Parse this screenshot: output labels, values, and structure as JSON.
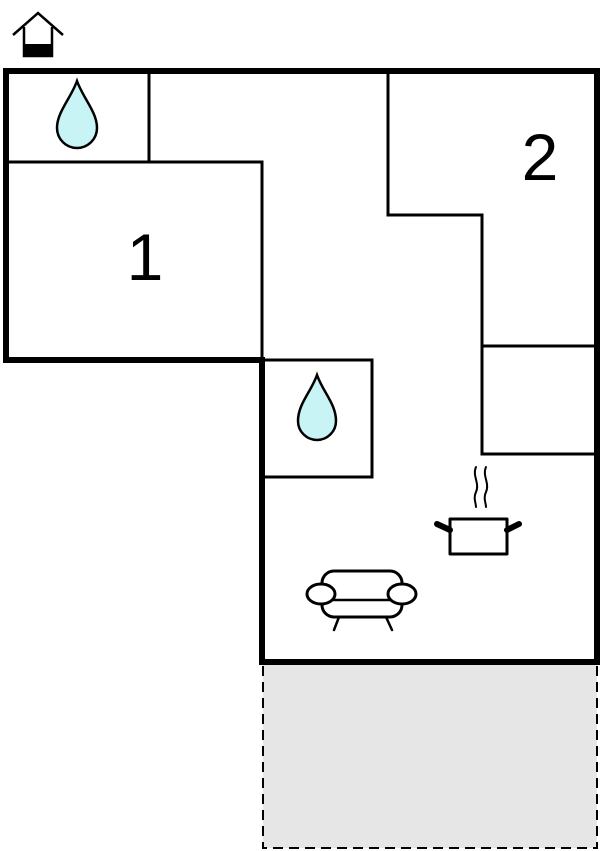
{
  "plan": {
    "rooms": [
      {
        "id": "bedroom-1",
        "number": "1"
      },
      {
        "id": "bedroom-2",
        "number": "2"
      }
    ],
    "icons": [
      "house-entrance-icon",
      "bathroom-drop-icon",
      "bathroom-drop-icon",
      "kitchen-pot-icon",
      "living-sofa-icon"
    ],
    "terrace": {
      "style": "dashed-outline",
      "fill": "#e6e6e6"
    },
    "colors": {
      "walls": "#000000",
      "water_drop": "#c9f4f6",
      "terrace": "#e6e6e6",
      "background": "#ffffff"
    }
  }
}
